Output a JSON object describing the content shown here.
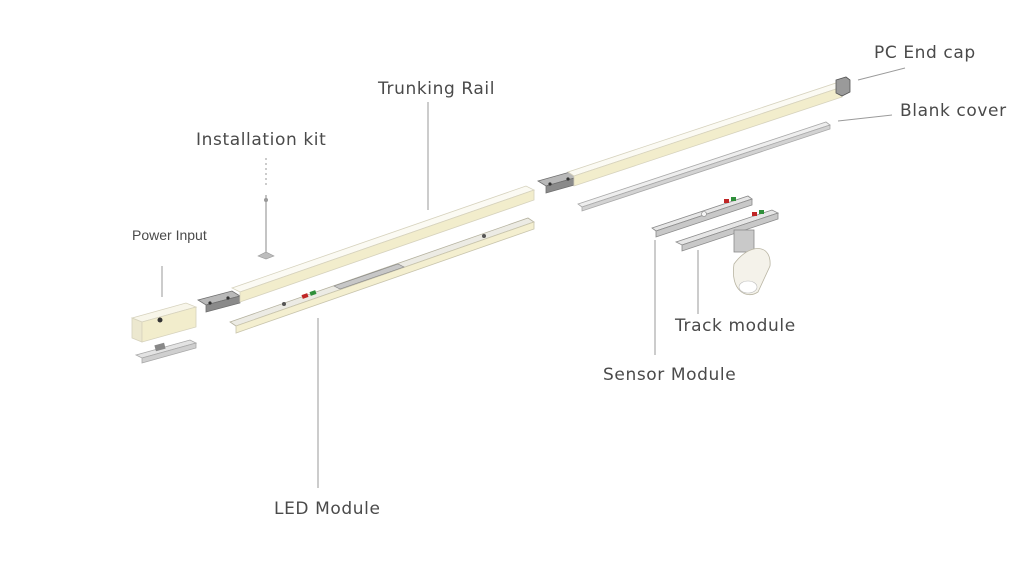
{
  "labels": {
    "pc_end_cap": "PC End cap",
    "trunking_rail": "Trunking Rail",
    "blank_cover": "Blank cover",
    "installation_kit": "Installation kit",
    "power_input": "Power Input",
    "track_module": "Track module",
    "sensor_module": "Sensor Module",
    "led_module": "LED Module"
  },
  "colors": {
    "label_text": "#4a4a4a",
    "leader_line": "#9a9a9a",
    "rail_top": "#f8f6ea",
    "rail_side": "#f2edcc",
    "rail_outline": "#d6d2bd",
    "aluminum": "#d8d8d8",
    "connector": "#777777"
  }
}
